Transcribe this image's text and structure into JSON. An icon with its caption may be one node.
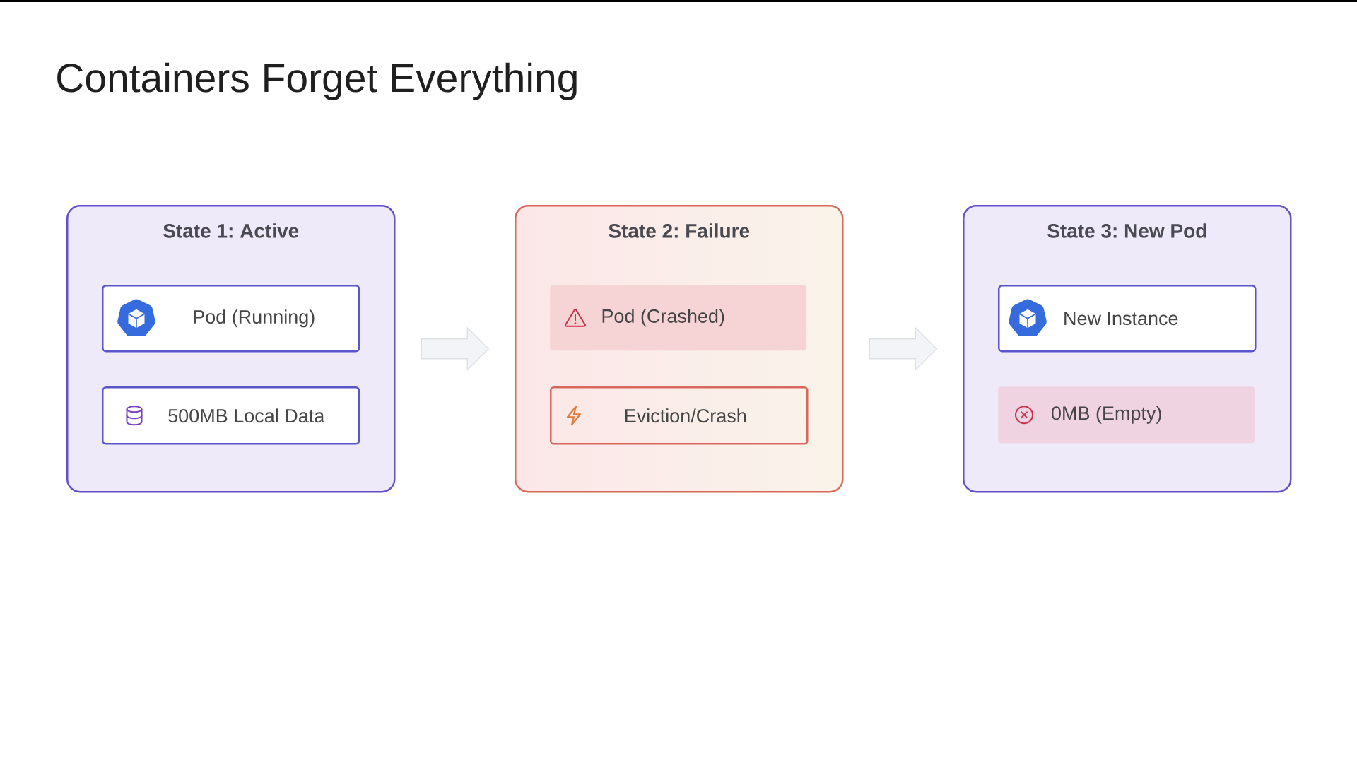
{
  "diagram": {
    "title": "Containers Forget Everything",
    "nodes": [
      {
        "text": [
          "State 1: Active"
        ]
      },
      {
        "text": [
          "Pod (Running)"
        ],
        "in": 0
      },
      {
        "text": [
          "500MB Local Data"
        ],
        "in": 0
      },
      {
        "text": [
          "State 2: Failure"
        ]
      },
      {
        "text": [
          "Pod (Crashed)"
        ],
        "in": 3
      },
      {
        "text": [
          "Eviction/Crash"
        ],
        "in": 3
      },
      {
        "text": [
          "State 3: New Pod"
        ]
      },
      {
        "text": [
          "New Instance"
        ],
        "in": 6
      },
      {
        "text": [
          "0MB (Empty)"
        ],
        "in": 6
      }
    ],
    "edges": [
      {
        "from": 0,
        "to": 3,
        "arrow": "to"
      },
      {
        "from": 3,
        "to": 6,
        "arrow": "to"
      }
    ]
  }
}
